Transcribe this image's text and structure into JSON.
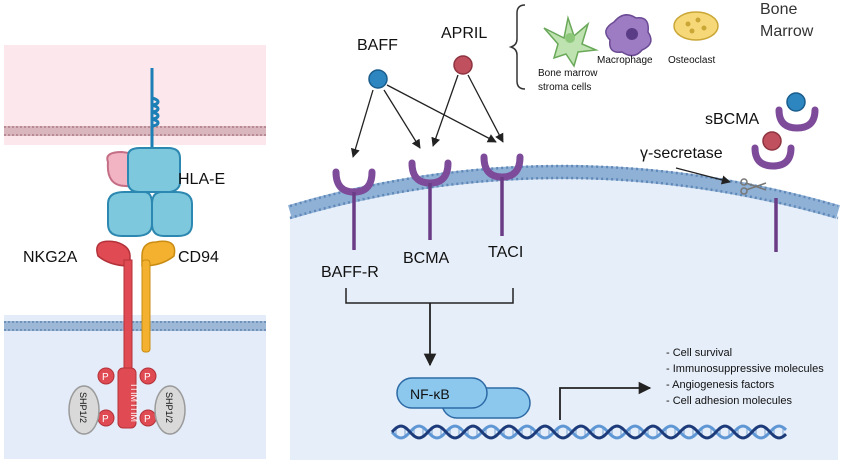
{
  "left_panel": {
    "labels": {
      "hla_e": "HLA-E",
      "nkg2a": "NKG2A",
      "cd94": "CD94",
      "itim": "ITIM",
      "phospho": "P",
      "shp": "SHP1/2"
    },
    "colors": {
      "extracellular_bg": "#fbe7ec",
      "intracellular_bg": "#e3ecf8",
      "hla_e": "#7ec8de",
      "peptide": "#f2b3c3",
      "nkg2a": "#e04a52",
      "cd94": "#f4b02f",
      "shp": "#d9d9d9"
    }
  },
  "right_panel": {
    "labels": {
      "baff": "BAFF",
      "april": "APRIL",
      "baff_r": "BAFF-R",
      "bcma": "BCMA",
      "taci": "TACI",
      "sbcma": "sBCMA",
      "gamma_secretase": "γ-secretase",
      "nfkb": "NF-κB",
      "bone_marrow": "Bone\nMarrow",
      "stroma": "Bone marrow\nstroma cells",
      "macrophage": "Macrophage",
      "osteoclast": "Osteoclast"
    },
    "outcomes": [
      "- Cell survival",
      "- Immunosuppressive molecules",
      "- Angiogenesis factors",
      "- Cell adhesion molecules"
    ],
    "colors": {
      "baff": "#2e86c1",
      "april": "#c0505e",
      "receptor": "#7d4b9a",
      "cell_bg": "#e6eef9",
      "nfkb": "#8cc8ee",
      "dna_dark": "#1d3b7a",
      "dna_light": "#5f96d4"
    }
  }
}
